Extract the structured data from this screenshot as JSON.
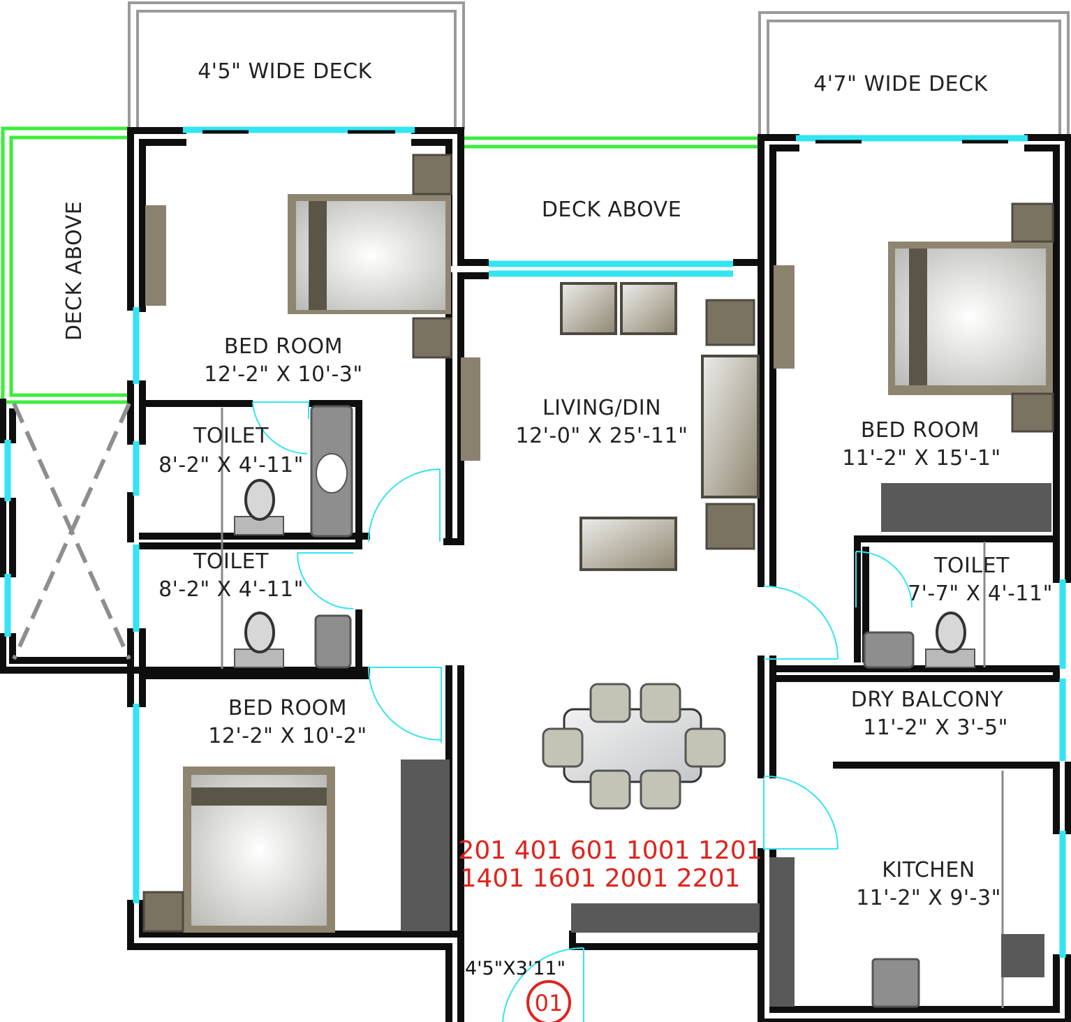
{
  "decks": {
    "left_wide_deck": "4'5\" WIDE DECK",
    "right_wide_deck": "4'7\" WIDE DECK",
    "deck_above_left": "DECK ABOVE",
    "deck_above_center": "DECK ABOVE"
  },
  "rooms": {
    "bedroom_top_left": {
      "name": "BED ROOM",
      "size": "12'-2\" X 10'-3\""
    },
    "toilet_upper": {
      "name": "TOILET",
      "size": "8'-2\" X 4'-11\""
    },
    "toilet_lower": {
      "name": "TOILET",
      "size": "8'-2\" X 4'-11\""
    },
    "bedroom_bottom_left": {
      "name": "BED ROOM",
      "size": "12'-2\" X 10'-2\""
    },
    "living_dining": {
      "name": "LIVING/DIN",
      "size": "12'-0\" X 25'-11\""
    },
    "bedroom_right": {
      "name": "BED ROOM",
      "size": "11'-2\" X 15'-1\""
    },
    "toilet_right": {
      "name": "TOILET",
      "size": "7'-7\" X 4'-11\""
    },
    "dry_balcony": {
      "name": "DRY BALCONY",
      "size": "11'-2\" X 3'-5\""
    },
    "kitchen": {
      "name": "KITCHEN",
      "size": "11'-2\" X 9'-3\""
    }
  },
  "units": {
    "line1": "201 401 601 1001 1201",
    "line2": "1401 1601 2001 2201"
  },
  "entrance": {
    "foyer_size": "4'5\"X3'11\"",
    "unit_tag": "01"
  },
  "colors": {
    "wall": "#0e0e0e",
    "window": "#33e5f2",
    "deck_edge": "#3cec3c",
    "unit_numbers": "#e0231c",
    "furniture": "#7b7361"
  }
}
